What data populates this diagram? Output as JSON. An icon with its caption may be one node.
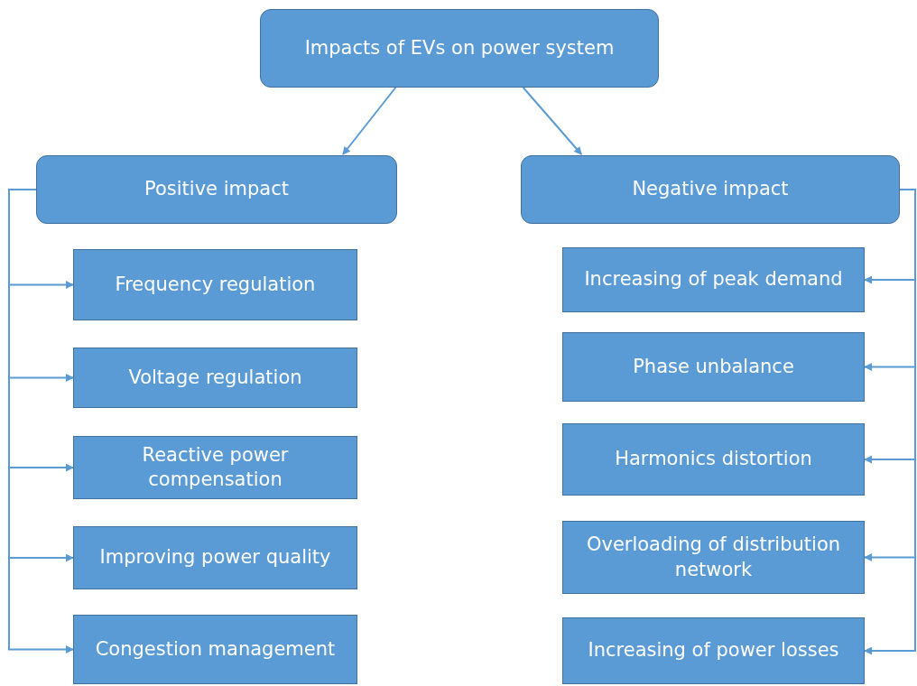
{
  "diagram": {
    "nodes": [
      {
        "text": [
          "Impacts of EVs on power system"
        ]
      },
      {
        "text": [
          "Positive impact"
        ]
      },
      {
        "text": [
          "Negative impact"
        ]
      },
      {
        "text": [
          "Frequency regulation"
        ]
      },
      {
        "text": [
          "Voltage regulation"
        ]
      },
      {
        "text": [
          "Reactive power compensation"
        ]
      },
      {
        "text": [
          "Improving power quality"
        ]
      },
      {
        "text": [
          "Congestion management"
        ]
      },
      {
        "text": [
          "Increasing of peak demand"
        ]
      },
      {
        "text": [
          "Phase unbalance"
        ]
      },
      {
        "text": [
          "Harmonics distortion"
        ]
      },
      {
        "text": [
          "Overloading of distribution network"
        ]
      },
      {
        "text": [
          "Increasing of power losses"
        ]
      }
    ],
    "edges": [
      {
        "from": 0,
        "to": 1,
        "arrow": "to"
      },
      {
        "from": 0,
        "to": 2,
        "arrow": "to"
      },
      {
        "from": 1,
        "to": 3,
        "arrow": "to"
      },
      {
        "from": 1,
        "to": 4,
        "arrow": "to"
      },
      {
        "from": 1,
        "to": 5,
        "arrow": "to"
      },
      {
        "from": 1,
        "to": 6,
        "arrow": "to"
      },
      {
        "from": 1,
        "to": 7,
        "arrow": "to"
      },
      {
        "from": 2,
        "to": 8,
        "arrow": "to"
      },
      {
        "from": 2,
        "to": 9,
        "arrow": "to"
      },
      {
        "from": 2,
        "to": 10,
        "arrow": "to"
      },
      {
        "from": 2,
        "to": 11,
        "arrow": "to"
      },
      {
        "from": 2,
        "to": 12,
        "arrow": "to"
      }
    ]
  }
}
